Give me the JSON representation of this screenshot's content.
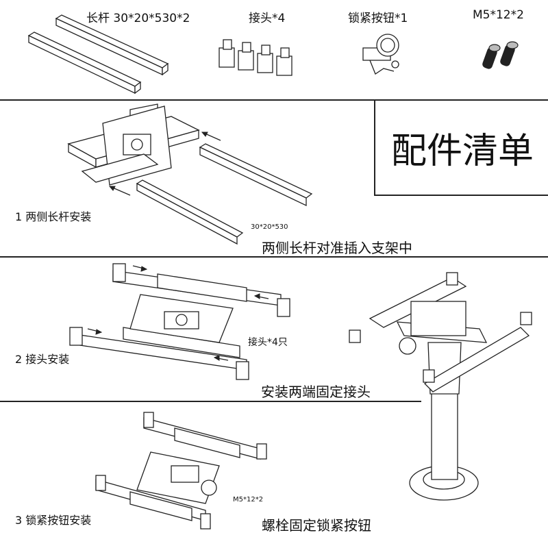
{
  "parts": {
    "rod": "长杆 30*20*530*2",
    "joint": "接头*4",
    "lock_knob": "锁紧按钮*1",
    "screw": "M5*12*2"
  },
  "title": "配件清单",
  "steps": [
    {
      "label": "1 两侧长杆安装",
      "caption": "两侧长杆对准插入支架中",
      "note": "30*20*530"
    },
    {
      "label": "2 接头安装",
      "caption": "安装两端固定接头",
      "note": "接头*4只"
    },
    {
      "label": "3 锁紧按钮安装",
      "caption": "螺栓固定锁紧按钮",
      "note": "M5*12*2"
    }
  ]
}
